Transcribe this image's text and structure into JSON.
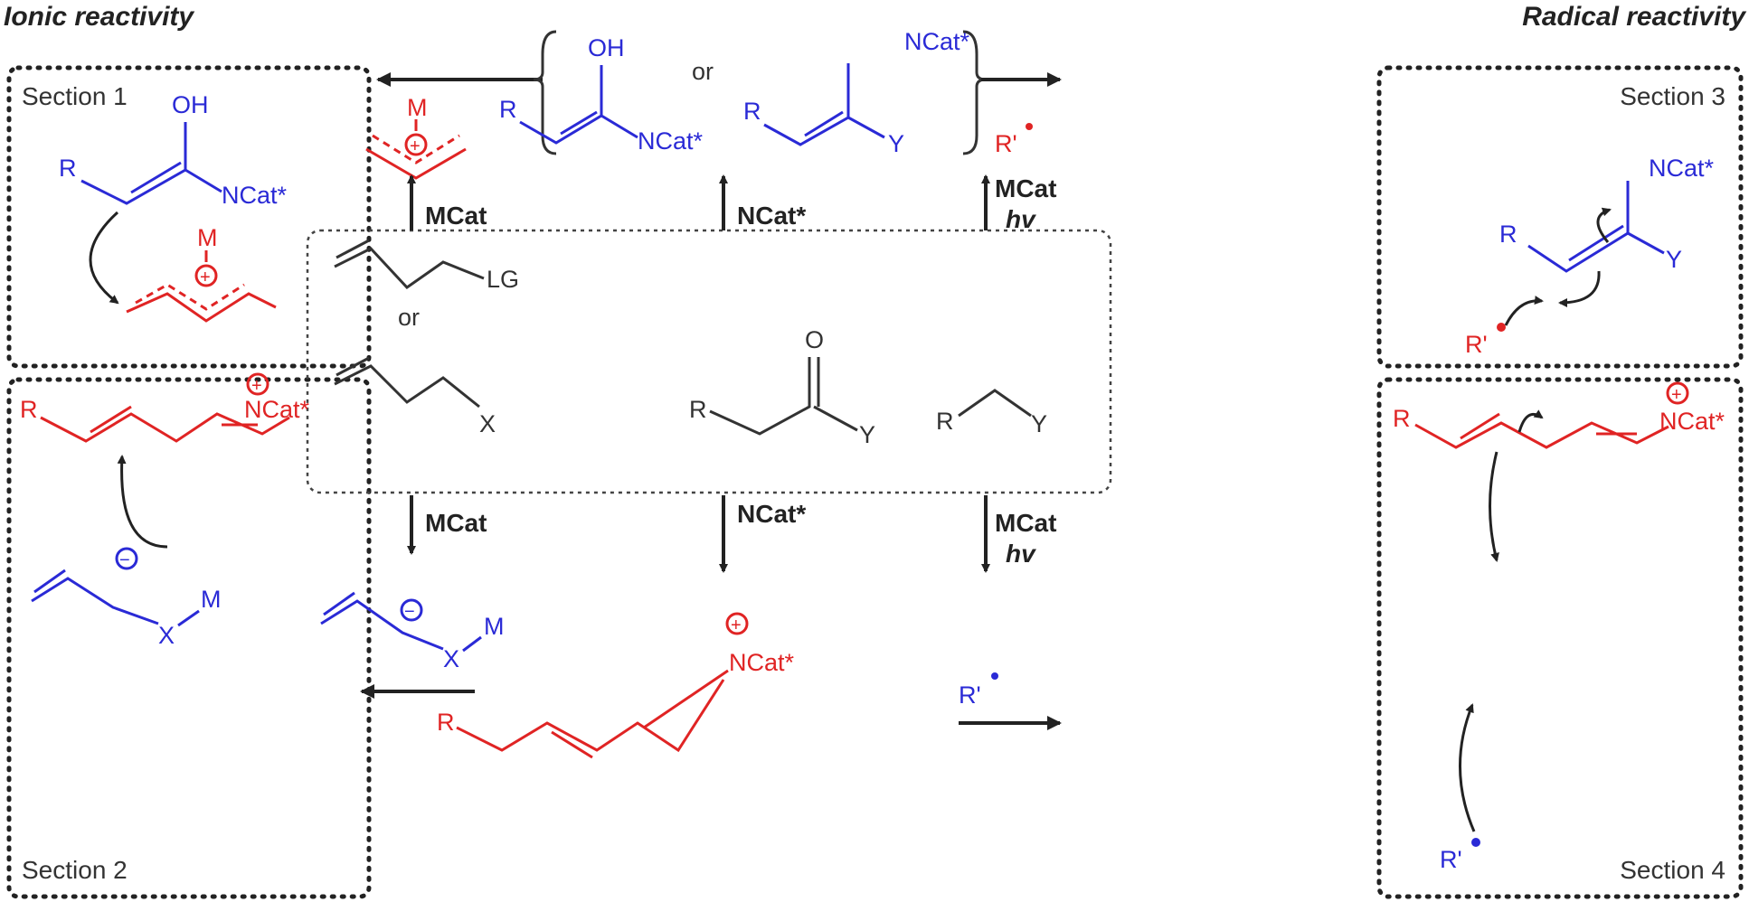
{
  "headers": {
    "ionic": "Ionic reactivity",
    "radical": "Radical reactivity"
  },
  "sections": [
    "Section 1",
    "Section 2",
    "Section 3",
    "Section 4"
  ],
  "conditions": {
    "mcat": "MCat",
    "ncat": "NCat*",
    "hv": "hv"
  },
  "atoms": {
    "R": "R",
    "OH": "OH",
    "O": "O",
    "Y": "Y",
    "X": "X",
    "M": "M",
    "LG": "LG",
    "ncat": "NCat*",
    "or": "or",
    "r_prime": "R'",
    "plus": "+",
    "minus": "−"
  },
  "colors": {
    "blue": "#2a2ad6",
    "red": "#e02424",
    "black": "#222222"
  }
}
